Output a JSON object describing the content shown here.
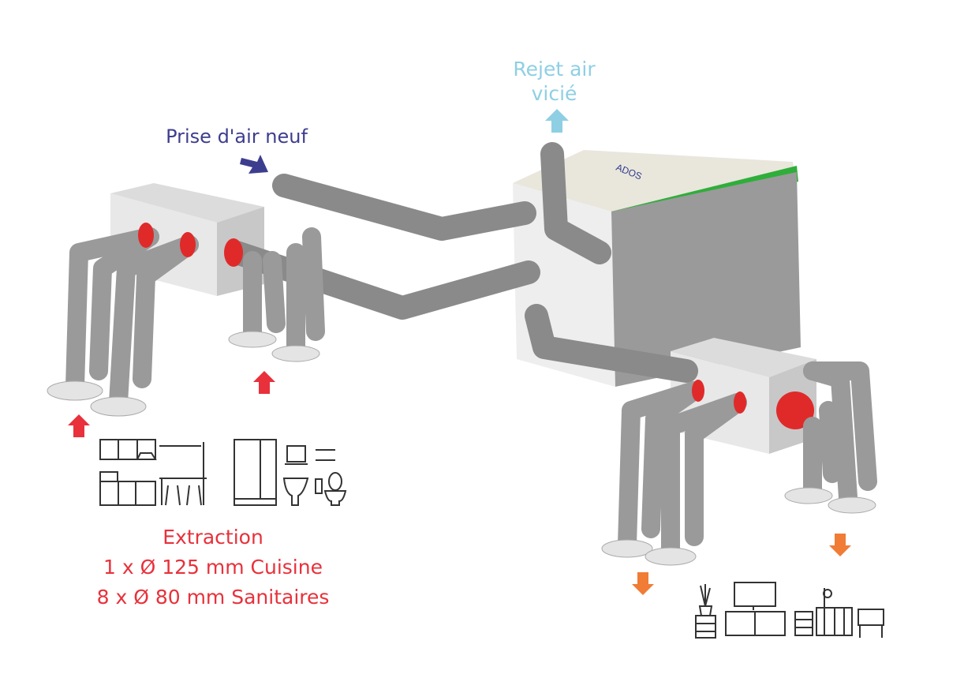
{
  "labels": {
    "exhaust": [
      "Rejet air",
      "vicié"
    ],
    "fresh_air": "Prise d'air neuf",
    "extraction": [
      "Extraction",
      "1 x Ø 125 mm Cuisine",
      "8 x Ø 80 mm Sanitaires"
    ]
  },
  "colors": {
    "exhaust": "#8fcfe4",
    "fresh_air": "#3d3d8f",
    "extraction": "#e8313b",
    "supply": "#f07c36",
    "duct": "#8a8a8a"
  }
}
